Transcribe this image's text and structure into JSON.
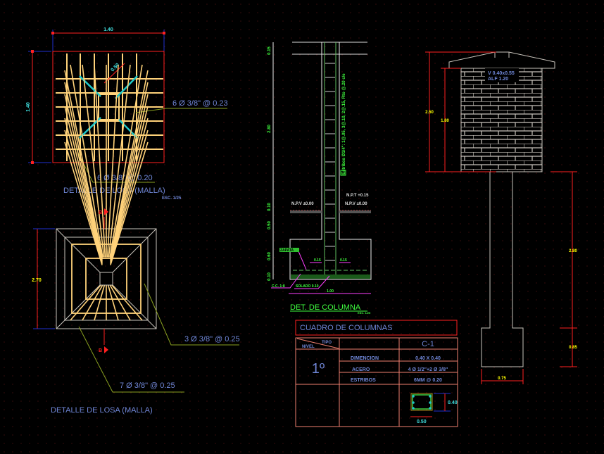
{
  "slab1": {
    "dim_top": "1.40",
    "dim_left": "1.40",
    "diag_dim": "0.50",
    "label_right": "6  Ø  3/8\" @ 0.23",
    "label_bottom": "6  Ø  3/8\" @ 0.20",
    "title": "DETALLE  DE LOSA  (MALLA)",
    "scale": "ESC. 1/25"
  },
  "slab2": {
    "dim_left": "2.70",
    "section_mark": "B",
    "label_right": "3  Ø  3/8\" @ 0.25",
    "label_bottom": "7  Ø  3/8\" @ 0.25",
    "title": "DETALLE  DE LOSA  (MALLA)"
  },
  "column": {
    "dims": [
      "0.15",
      "2.80",
      "0.10",
      "0.50",
      "0.60",
      "0.10"
    ],
    "rebar_note": "Estribos Ø1/4\": 1@.05, 3@.10, 2@.15, Rto @.20 c/e",
    "npt": "N.P.T +0.15",
    "ntn_left": "N.P.V ±0.00",
    "ntn_right": "N.P.V ±0.00",
    "zapata_note": "ZAPATA",
    "solado_note": "SOLADO 0.10",
    "concreto_note": "C.C. 1:8",
    "bar_spacing_left": "0.15",
    "bar_spacing_right": "0.15",
    "footing_width": "1.00",
    "title": "DET. DE COLUMNA",
    "scale": "ESC. 1/25"
  },
  "table": {
    "title": "CUADRO     DE     COLUMNAS",
    "header_tipo": "TIPO",
    "header_nivel": "NIVEL",
    "type": "C-1",
    "level": "1º",
    "rows": [
      {
        "label": "DIMENCION",
        "value": "0.40  X  0.40"
      },
      {
        "label": "ACERO",
        "value": "4 Ø 1/2\"+2 Ø 3/8\""
      },
      {
        "label": "ESTRIBOS",
        "value": "6MM  @ 0.20"
      }
    ],
    "section_h": "0.40",
    "section_w": "0.50"
  },
  "tank": {
    "label_line1": "V 0.40x0.55",
    "label_line2": "ALF 1.20",
    "dim_outer": "2.50",
    "dim_inner": "1.80",
    "dim_shaft": "2.80",
    "dim_footing": "0.85",
    "dim_width": "0.75"
  }
}
